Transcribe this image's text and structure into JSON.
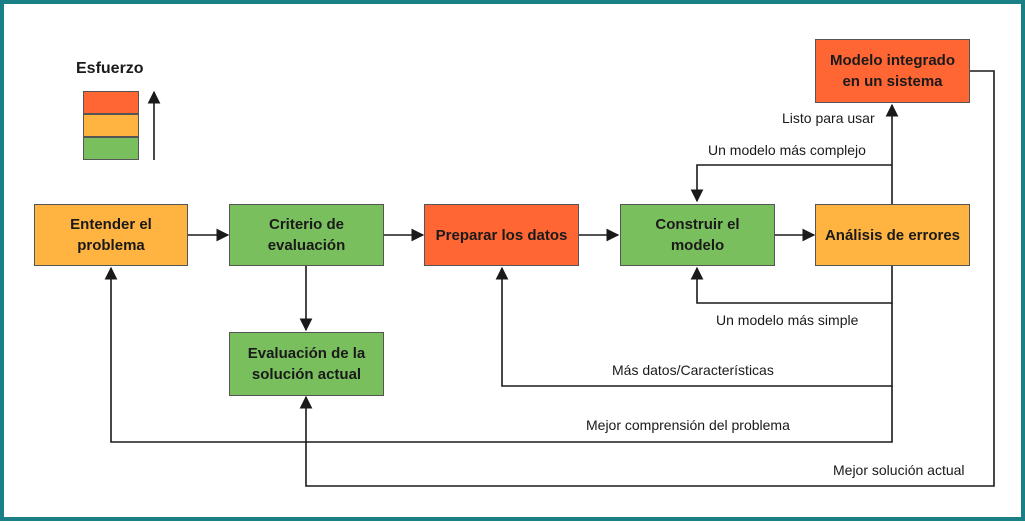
{
  "legend": {
    "title": "Esfuerzo",
    "levels": [
      {
        "name": "high",
        "color": "#ff6633"
      },
      {
        "name": "medium",
        "color": "#ffb340"
      },
      {
        "name": "low",
        "color": "#7abf5e"
      }
    ]
  },
  "colors": {
    "high": "#ff6633",
    "medium": "#ffb340",
    "low": "#7abf5e",
    "frame": "#1b7f86",
    "line": "#1a1a1a"
  },
  "nodes": {
    "entender": {
      "label": "Entender el problema",
      "effort": "medium"
    },
    "criterio": {
      "label": "Criterio de evaluación",
      "effort": "low"
    },
    "preparar": {
      "label": "Preparar los datos",
      "effort": "high"
    },
    "construir": {
      "label": "Construir el modelo",
      "effort": "low"
    },
    "analisis": {
      "label": "Análisis de errores",
      "effort": "medium"
    },
    "modelo_integrado": {
      "label": "Modelo integrado en un sistema",
      "effort": "high"
    },
    "evaluacion_actual": {
      "label": "Evaluación de la solución actual",
      "effort": "low"
    }
  },
  "edge_labels": {
    "listo": "Listo para usar",
    "complejo": "Un modelo más complejo",
    "simple": "Un modelo más simple",
    "mas_datos": "Más datos/Características",
    "mejor_comprension": "Mejor comprensión del problema",
    "mejor_solucion": "Mejor solución actual"
  }
}
